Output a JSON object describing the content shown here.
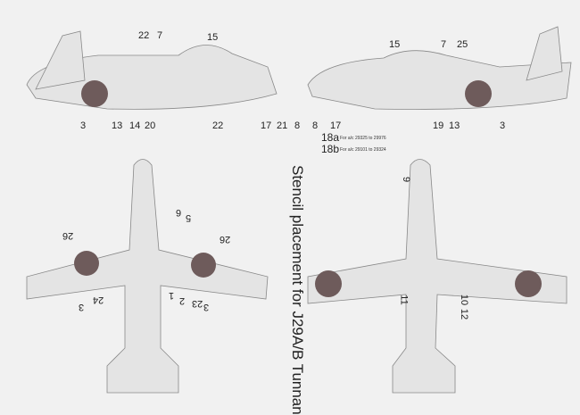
{
  "title": "Stencil placement for J29A/B Tunnan",
  "side_left": {
    "top": [
      "22",
      "7",
      "15"
    ],
    "bottom": [
      "3",
      "13",
      "14",
      "20",
      "22",
      "17",
      "21",
      "8"
    ]
  },
  "side_right": {
    "top": [
      "15",
      "7",
      "25"
    ],
    "bottom": [
      "8",
      "17",
      "19",
      "13",
      "3"
    ]
  },
  "variants": [
    {
      "id": "18a",
      "text": "For a/c 29325 to 29976"
    },
    {
      "id": "18b",
      "text": "For a/c 29101 to 29324"
    }
  ],
  "top_view": [
    "6",
    "5",
    "26",
    "26",
    "24",
    "3",
    "1",
    "2",
    "23",
    "3"
  ],
  "bottom_view": [
    "9",
    "11",
    "10",
    "12"
  ],
  "colors": {
    "roundel": "#6e5b5b",
    "airframe": "#e4e4e4",
    "line": "#888888"
  }
}
